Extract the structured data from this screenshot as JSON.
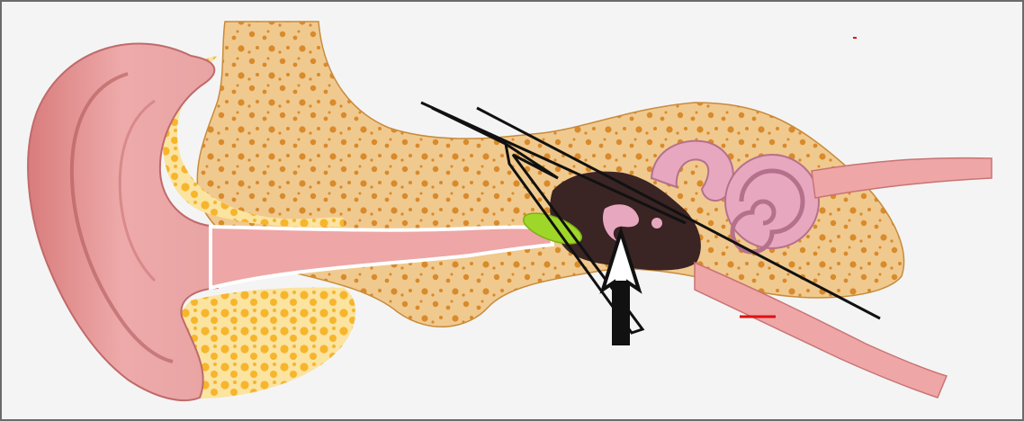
{
  "diagram": {
    "subject": "ear-anatomy-cross-section",
    "parts": [
      "outer-ear",
      "ear-canal",
      "temporal-bone",
      "eardrum",
      "middle-ear-cavity",
      "cochlea",
      "semicircular-canals",
      "eustachian-tube"
    ],
    "annotations": [
      "pointer-arrow",
      "guide-line-upper",
      "guide-line-lower",
      "wedge-outline"
    ]
  },
  "colors": {
    "background": "#f4f4f4",
    "frame": "#6b6b6b",
    "skin": "#e8a3a3",
    "skin_dark": "#c97474",
    "bone": "#f0c98e",
    "bone_spots": "#d98a2b",
    "fat": "#f7b52b",
    "cavity": "#3a2424",
    "cochlea": "#e6a7bf",
    "eardrum": "#9fd62a",
    "ink": "#111111",
    "accent_red": "#e01010"
  }
}
